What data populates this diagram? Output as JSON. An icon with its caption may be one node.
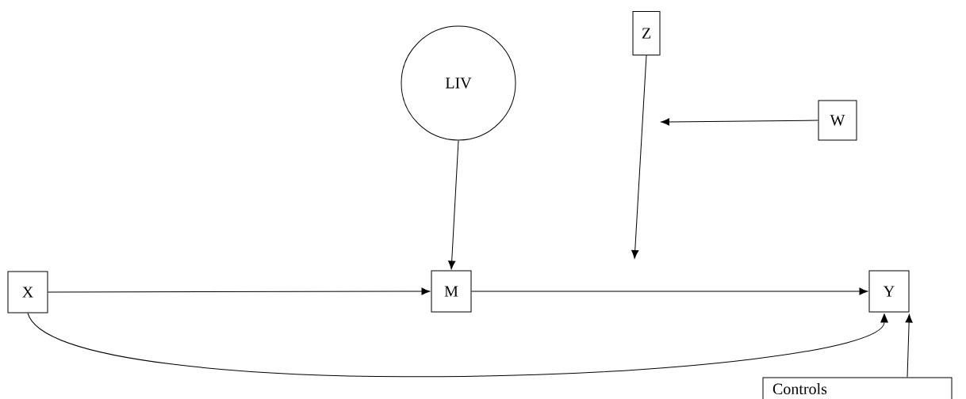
{
  "diagram": {
    "nodes": [
      {
        "text": [
          "LIV"
        ]
      },
      {
        "text": [
          "Z"
        ]
      },
      {
        "text": [
          "W"
        ]
      },
      {
        "text": [
          "X"
        ]
      },
      {
        "text": [
          "M"
        ]
      },
      {
        "text": [
          "Y"
        ]
      },
      {
        "text": [
          "Controls"
        ]
      }
    ],
    "edges": [
      {
        "from": 0,
        "to": 4,
        "arrow": "to"
      },
      {
        "from": 3,
        "to": 4,
        "arrow": "to"
      },
      {
        "from": 4,
        "to": 5,
        "arrow": "to"
      },
      {
        "from": 1,
        "to": null,
        "arrow": "to"
      },
      {
        "from": 2,
        "to": null,
        "arrow": "to"
      },
      {
        "from": 3,
        "to": 5,
        "arrow": "to"
      },
      {
        "from": 6,
        "to": 5,
        "arrow": "to"
      }
    ]
  }
}
